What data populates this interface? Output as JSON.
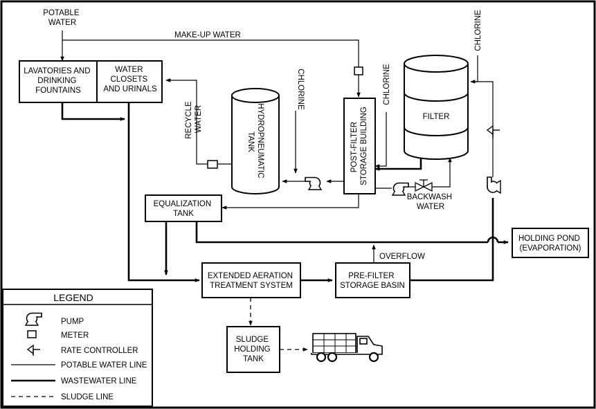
{
  "labels": {
    "potable_water": [
      "POTABLE",
      "WATER"
    ],
    "makeup_water": "MAKE-UP WATER",
    "lavatories": [
      "LAVATORIES AND",
      "DRINKING",
      "FOUNTAINS"
    ],
    "water_closets": [
      "WATER",
      "CLOSETS",
      "AND URINALS"
    ],
    "recycle_water": [
      "RECYCLE",
      "WATER"
    ],
    "hydropneumatic_tank": [
      "HYDROPNEUMATIC",
      "TANK"
    ],
    "chlorine": "CHLORINE",
    "post_filter": [
      "POST-FILTER",
      "STORAGE BUILDING"
    ],
    "filter": "FILTER",
    "backwash_water": [
      "BACKWASH",
      "WATER"
    ],
    "equalization_tank": [
      "EQUALIZATION",
      "TANK"
    ],
    "holding_pond": [
      "HOLDING POND",
      "(EVAPORATION)"
    ],
    "overflow": "OVERFLOW",
    "extended_aeration": [
      "EXTENDED AERATION",
      "TREATMENT SYSTEM"
    ],
    "pre_filter": [
      "PRE-FILTER",
      "STORAGE BASIN"
    ],
    "sludge_tank": [
      "SLUDGE",
      "HOLDING",
      "TANK"
    ]
  },
  "legend": {
    "title": "LEGEND",
    "items": [
      {
        "symbol": "pump-icon",
        "label": "PUMP"
      },
      {
        "symbol": "meter-icon",
        "label": "METER"
      },
      {
        "symbol": "rate-controller-icon",
        "label": "RATE CONTROLLER"
      },
      {
        "symbol": "potable-line",
        "label": "POTABLE WATER LINE"
      },
      {
        "symbol": "wastewater-line",
        "label": "WASTEWATER LINE"
      },
      {
        "symbol": "sludge-line",
        "label": "SLUDGE LINE"
      }
    ]
  }
}
